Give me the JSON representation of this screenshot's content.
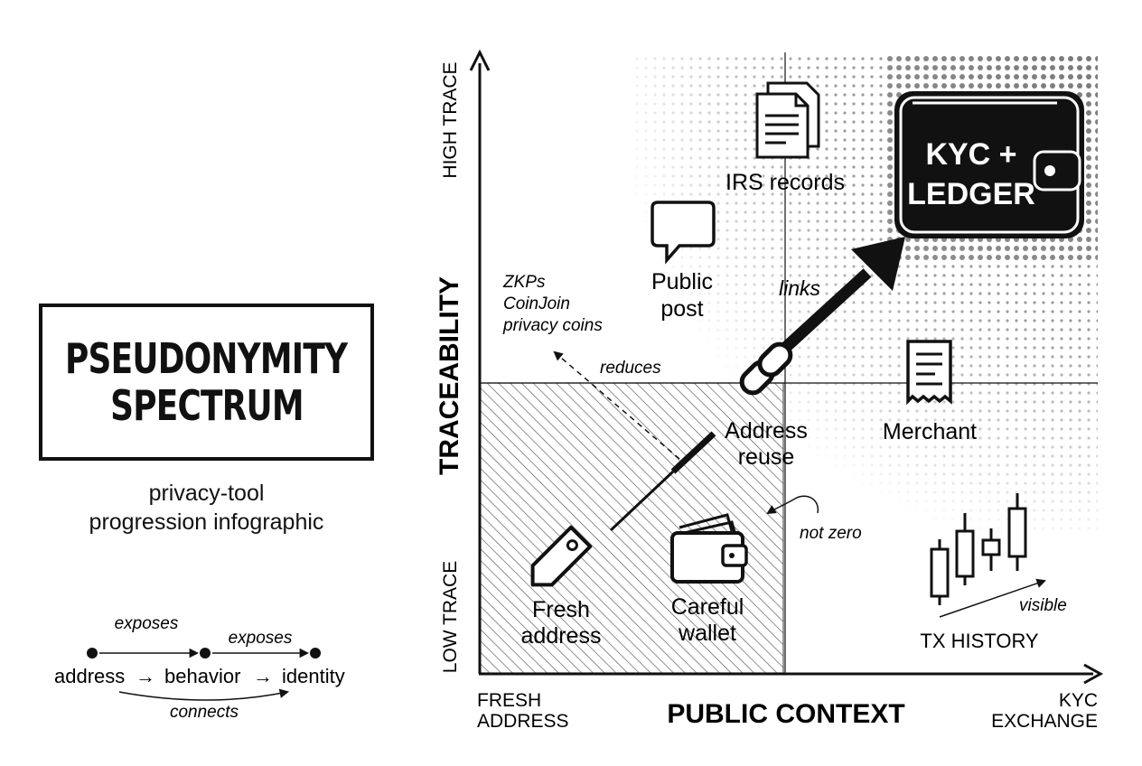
{
  "title": {
    "line1": "PSEUDONYMITY",
    "line2": "SPECTRUM"
  },
  "subtitle": {
    "line1": "privacy-tool",
    "line2": "progression infographic"
  },
  "legend": {
    "node1": "address",
    "node2": "behavior",
    "node3": "identity",
    "arrow_glyph": "→",
    "label_exposes_1": "exposes",
    "label_exposes_2": "exposes",
    "label_connects": "connects"
  },
  "axes": {
    "y_title": "TRACEABILITY",
    "y_high": "HIGH TRACE",
    "y_low": "LOW TRACE",
    "x_title": "PUBLIC CONTEXT",
    "x_left_line1": "FRESH",
    "x_left_line2": "ADDRESS",
    "x_right_line1": "KYC",
    "x_right_line2": "EXCHANGE"
  },
  "nodes": {
    "fresh_address": {
      "line1": "Fresh",
      "line2": "address"
    },
    "careful_wallet": {
      "line1": "Careful",
      "line2": "wallet"
    },
    "address_reuse": {
      "line1": "Address",
      "line2": "reuse"
    },
    "public_post": {
      "line1": "Public",
      "line2": "post"
    },
    "irs_records": {
      "label": "IRS records"
    },
    "merchant": {
      "label": "Merchant"
    },
    "kyc_ledger": {
      "line1": "KYC +",
      "line2": "LEDGER"
    },
    "tx_history": {
      "label": "TX HISTORY",
      "annotation": "visible"
    }
  },
  "annotations": {
    "links": "links",
    "reduces": "reduces",
    "not_zero": "not zero",
    "tools_line1": "ZKPs",
    "tools_line2": "CoinJoin",
    "tools_line3": "privacy coins"
  },
  "colors": {
    "ink": "#111111",
    "paper": "#ffffff",
    "dot": "#8a8a8a",
    "hatch": "#555555"
  }
}
